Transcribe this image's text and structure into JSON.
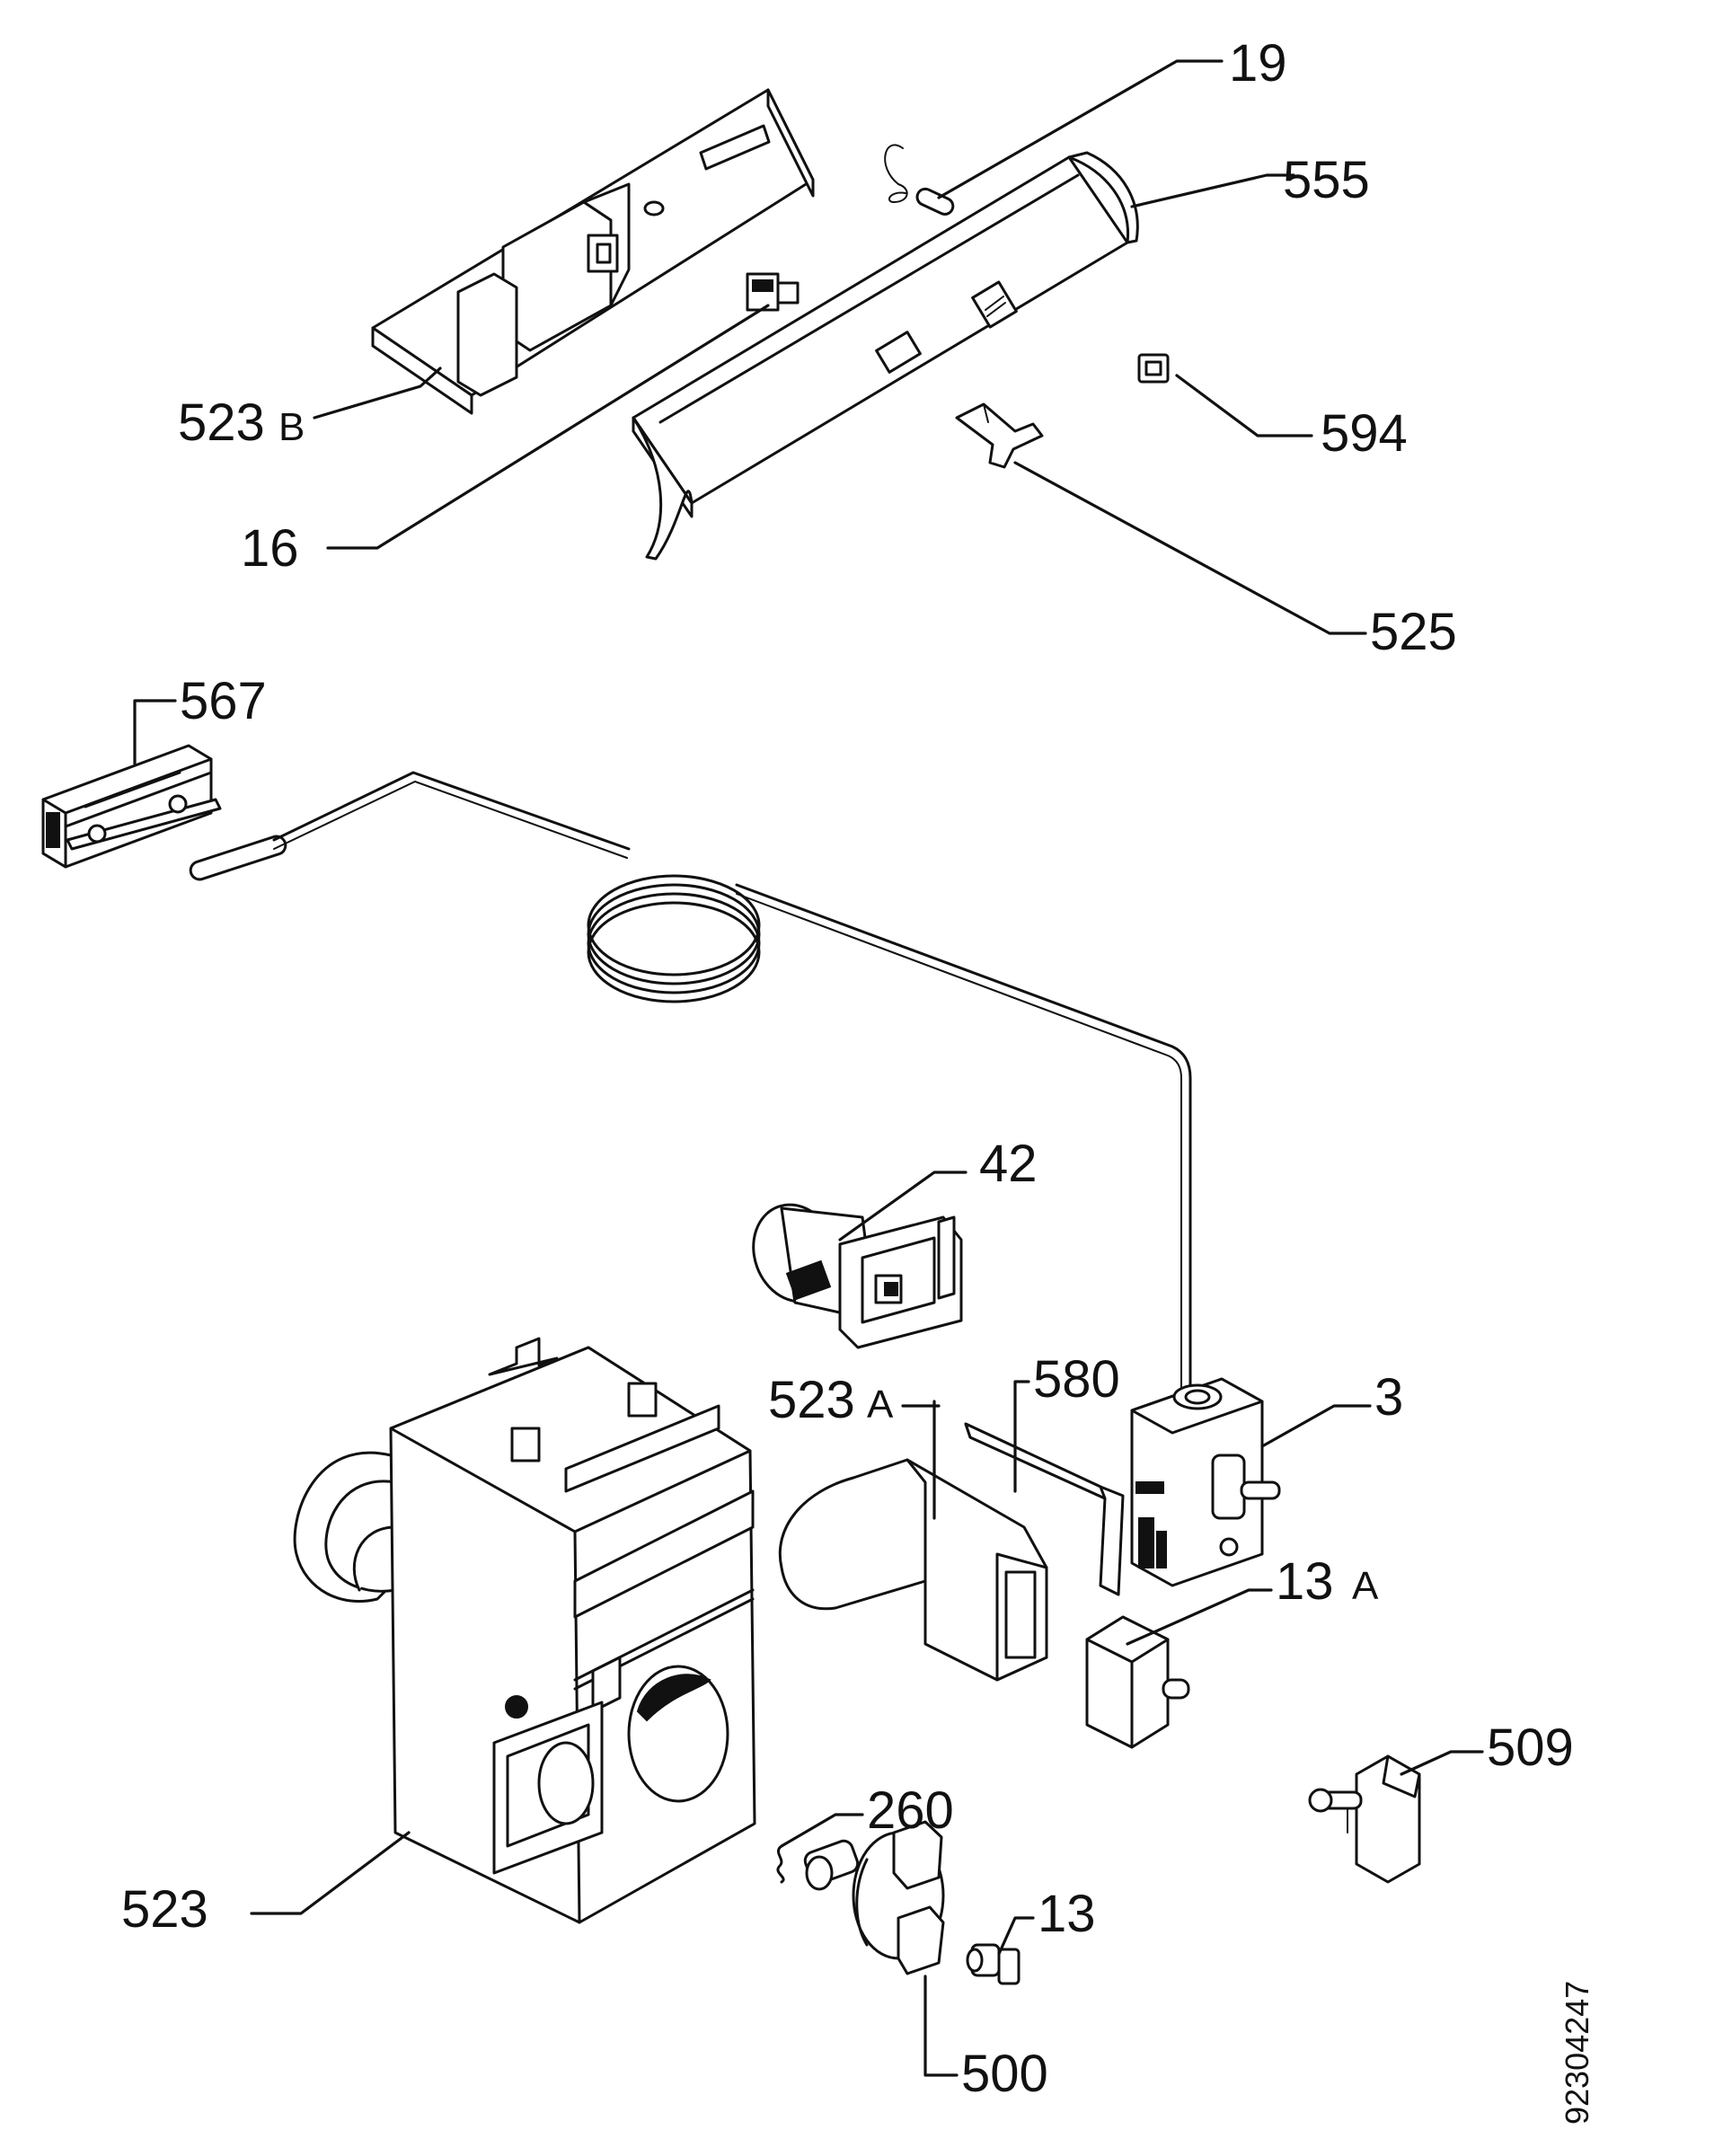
{
  "callouts": {
    "c19": "19",
    "c555": "555",
    "c523b": "523",
    "c523b_suffix": "B",
    "c594": "594",
    "c16": "16",
    "c525": "525",
    "c567": "567",
    "c42": "42",
    "c523a": "523",
    "c523a_suffix": "A",
    "c580": "580",
    "c3": "3",
    "c13a": "13",
    "c13a_suffix": "A",
    "c509": "509",
    "c260": "260",
    "c523": "523",
    "c13": "13",
    "c500": "500"
  },
  "document_number": "92304247"
}
